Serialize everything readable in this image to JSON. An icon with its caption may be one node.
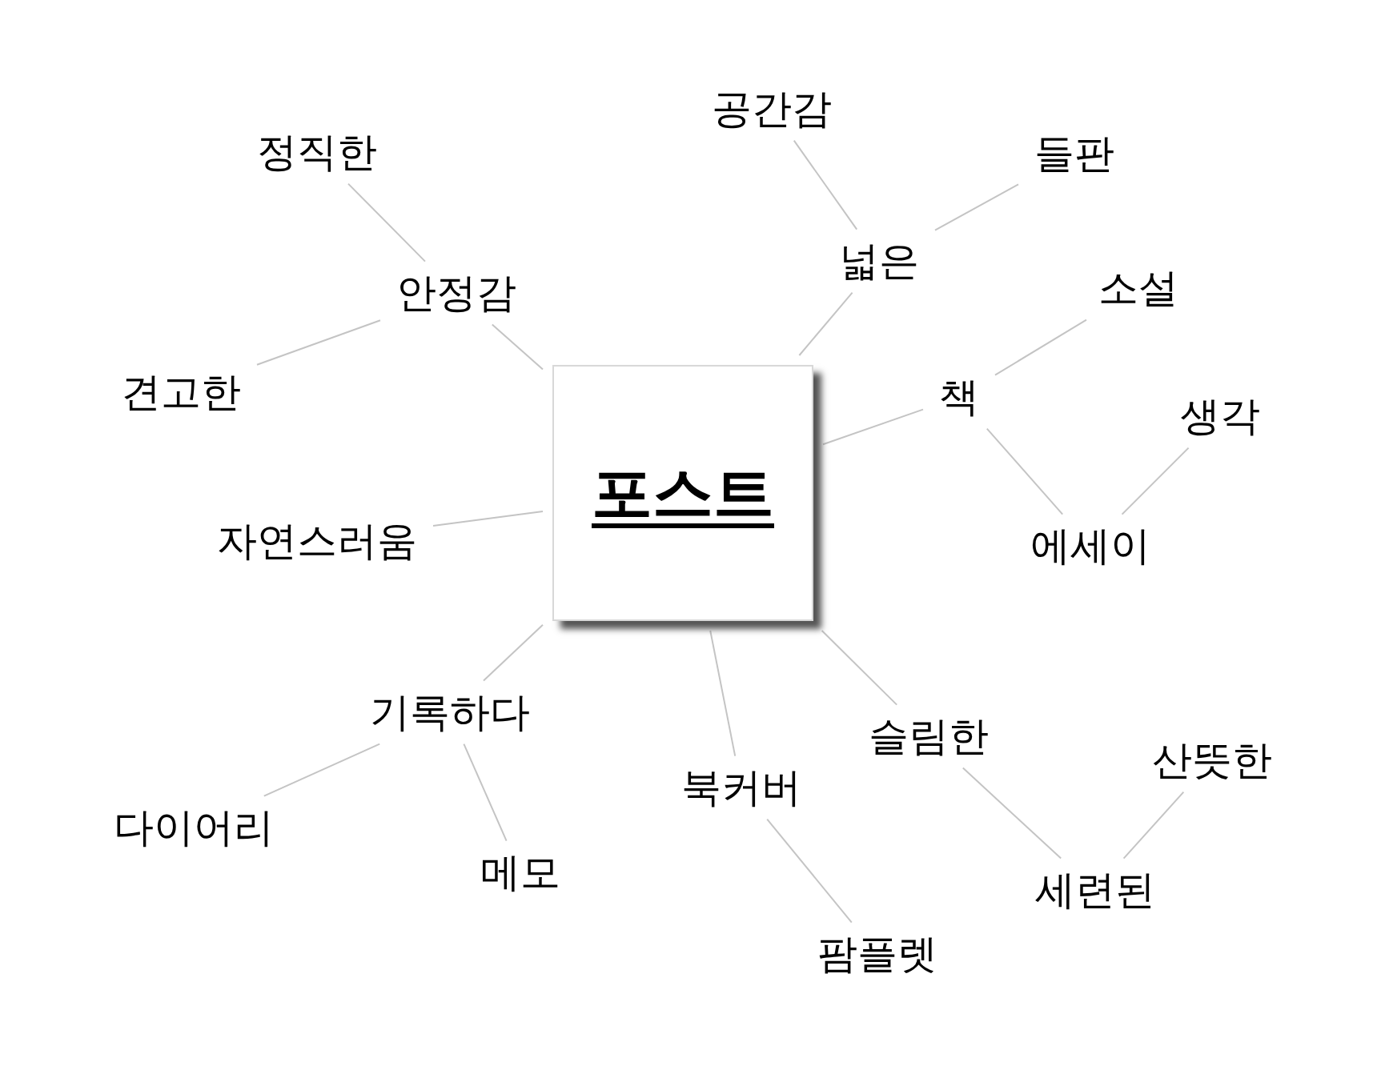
{
  "diagram": {
    "nodes": [
      {
        "text": [
          "포스트"
        ]
      },
      {
        "text": [
          "안정감"
        ]
      },
      {
        "text": [
          "정직한"
        ]
      },
      {
        "text": [
          "견고한"
        ]
      },
      {
        "text": [
          "자연스러움"
        ]
      },
      {
        "text": [
          "넓은"
        ]
      },
      {
        "text": [
          "공간감"
        ]
      },
      {
        "text": [
          "들판"
        ]
      },
      {
        "text": [
          "책"
        ]
      },
      {
        "text": [
          "소설"
        ]
      },
      {
        "text": [
          "생각"
        ]
      },
      {
        "text": [
          "에세이"
        ]
      },
      {
        "text": [
          "기록하다"
        ]
      },
      {
        "text": [
          "다이어리"
        ]
      },
      {
        "text": [
          "메모"
        ]
      },
      {
        "text": [
          "북커버"
        ]
      },
      {
        "text": [
          "팜플렛"
        ]
      },
      {
        "text": [
          "슬림한"
        ]
      },
      {
        "text": [
          "산뜻한"
        ]
      },
      {
        "text": [
          "세련된"
        ]
      }
    ],
    "edges": [
      {
        "from": 0,
        "to": 1,
        "arrow": "none"
      },
      {
        "from": 0,
        "to": 4,
        "arrow": "none"
      },
      {
        "from": 0,
        "to": 5,
        "arrow": "none"
      },
      {
        "from": 0,
        "to": 8,
        "arrow": "none"
      },
      {
        "from": 0,
        "to": 12,
        "arrow": "none"
      },
      {
        "from": 0,
        "to": 15,
        "arrow": "none"
      },
      {
        "from": 0,
        "to": 17,
        "arrow": "none"
      },
      {
        "from": 1,
        "to": 2,
        "arrow": "none"
      },
      {
        "from": 1,
        "to": 3,
        "arrow": "none"
      },
      {
        "from": 5,
        "to": 6,
        "arrow": "none"
      },
      {
        "from": 5,
        "to": 7,
        "arrow": "none"
      },
      {
        "from": 8,
        "to": 9,
        "arrow": "none"
      },
      {
        "from": 8,
        "to": 11,
        "arrow": "none"
      },
      {
        "from": 11,
        "to": 10,
        "arrow": "none"
      },
      {
        "from": 12,
        "to": 13,
        "arrow": "none"
      },
      {
        "from": 12,
        "to": 14,
        "arrow": "none"
      },
      {
        "from": 15,
        "to": 16,
        "arrow": "none"
      },
      {
        "from": 17,
        "to": 19,
        "arrow": "none"
      },
      {
        "from": 19,
        "to": 18,
        "arrow": "none"
      }
    ]
  }
}
